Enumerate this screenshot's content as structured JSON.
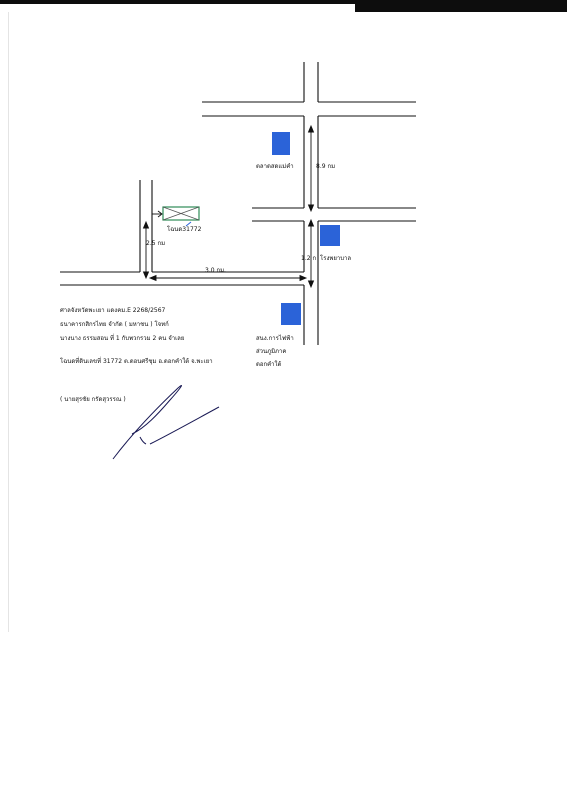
{
  "map": {
    "labels": {
      "market": "ตลาดสดแม่คำ",
      "dist_89": "8.9 กม",
      "kplant": "1.2 ก",
      "hospital": "โรงพยาบาล",
      "land": "โฉนด31772",
      "dist_25": "2.5 กม",
      "dist_30": "3.0 กม.",
      "electric_1": "สนง.การไฟฟ้า",
      "electric_2": "ส่วนภูมิภาค",
      "electric_3": "ดอกคำใต้"
    },
    "colors": {
      "marker": "#2b63d8",
      "land_plot": "#2e8b57",
      "road": "#111111"
    }
  },
  "document": {
    "court": "ศาลจังหวัดพะเยา แดงคม.E 2268/2567",
    "plaintiff": "ธนาคารกสิกรไทย จำกัด ( มหาชน ) โจทก์",
    "defendant": "นางนาง ธรรมสอน ที่ 1 กับพวกรวม 2 คน จำเลย",
    "land_deed": "โฉนดที่ดินเลขที่ 31772 ต.ดอนศรีชุม อ.ดอกคำใต้ จ.พะเยา",
    "signer": "( นายสุรชัย กรัดสุวรรณ )"
  }
}
